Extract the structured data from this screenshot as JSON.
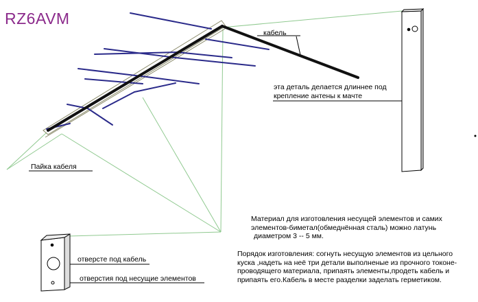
{
  "title": "RZ6AVM",
  "labels": {
    "cable": "кабель",
    "extension_line1": "эта деталь делается длиннее под",
    "extension_line2": "крепление антены к мачте",
    "solder": "Пайка кабеля",
    "hole_cable": "отверсте под кабель",
    "hole_elements": "отверстия под несущие элементов"
  },
  "material": {
    "lines": [
      "Материал для изготовления несущей элементов и самих",
      "элементов-биметал(обмеднённая сталь) можно латунь",
      "диаметром 3 -- 5 мм."
    ]
  },
  "procedure": {
    "lines": [
      "Порядок изготовления: согнуть несущую элементов из цельного",
      "куска ,надеть на неё три детали выполненые из прочного токоне-",
      "проводящего материала, припаять элементы,продеть кабель и",
      "припаять его.Кабель в месте разделки заделать герметиком."
    ]
  },
  "colors": {
    "title": "#8b2a8b",
    "element_rod": "#2a2a8a",
    "guide_line": "#8fc98f",
    "boom_outline": "#8a8a6a",
    "cable": "#111111"
  }
}
